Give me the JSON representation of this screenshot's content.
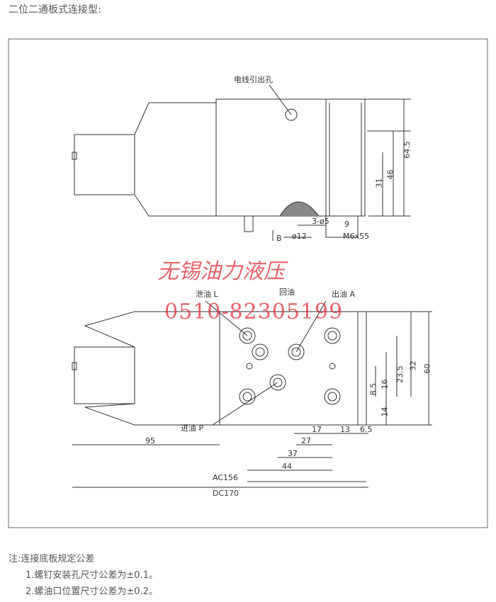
{
  "title": "二位二通板式连接型:",
  "top_view": {
    "wire_hole": "电线引出孔",
    "dims": {
      "h1": "64.5",
      "h2": "46",
      "h3": "31",
      "holes": "3-ø5",
      "dia": "ø12",
      "arrow": "B",
      "screw": "M6x55",
      "depth": "9"
    }
  },
  "bottom_view": {
    "ports": {
      "drain": "泄油 L",
      "return": "回油",
      "out": "出油 A",
      "in": "进油 P"
    },
    "dims": {
      "d95": "95",
      "d17": "17",
      "d13": "13",
      "d6_5": "6.5",
      "d27": "27",
      "d37": "37",
      "d44": "44",
      "ac": "AC156",
      "dc": "DC170",
      "v8_5": "8.5",
      "v16": "16",
      "v23_5": "23.5",
      "v32": "32",
      "v60": "60",
      "v14": "14"
    }
  },
  "watermark": {
    "company": "无锡油力液压",
    "phone": "0510-82305199"
  },
  "notes": {
    "heading": "注:连接底板规定公差",
    "items": [
      "1.螺钉安装孔尺寸公差为±0.1。",
      "2.螺油口位置尺寸公差为±0.2。"
    ]
  },
  "colors": {
    "line": "#333333",
    "watermark": "#e0303a"
  }
}
